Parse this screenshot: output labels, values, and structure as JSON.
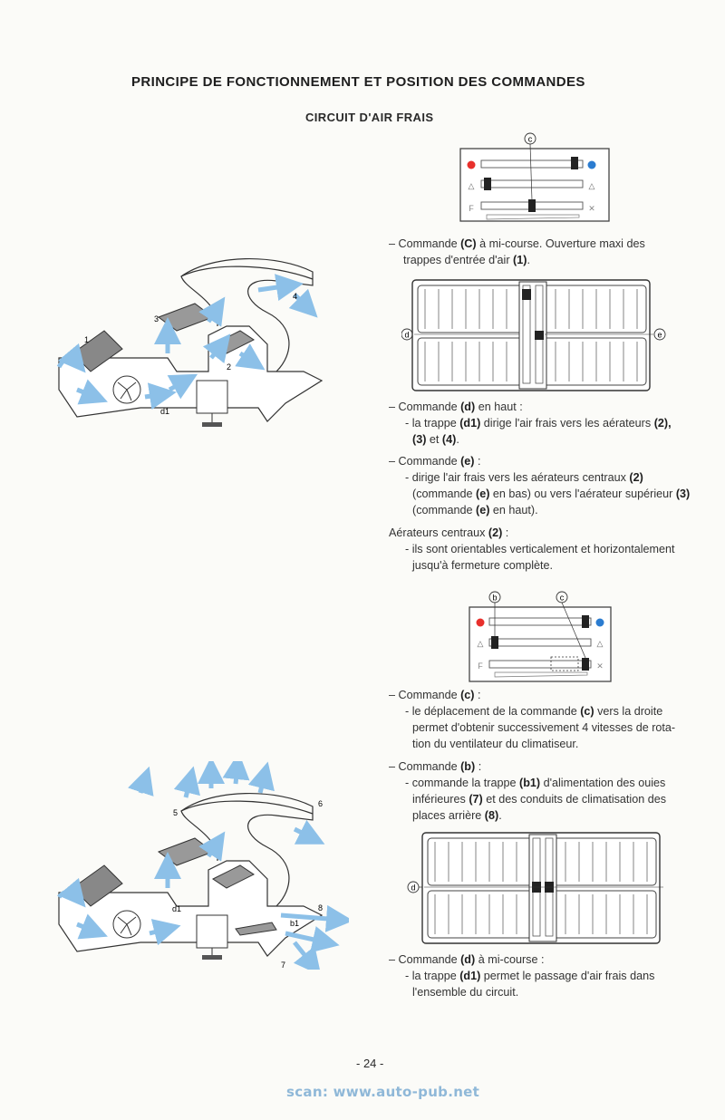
{
  "title": "PRINCIPE DE FONCTIONNEMENT ET POSITION DES COMMANDES",
  "subtitle": "CIRCUIT D'AIR FRAIS",
  "panel1": {
    "label_c": "c",
    "sym_left": [
      "●",
      "△",
      "F"
    ],
    "sym_right": [
      "●",
      "△",
      "✕"
    ]
  },
  "para1": {
    "pre": "– Commande ",
    "bold1": "(C)",
    "rest": " à mi-course. Ouverture maxi des",
    "line2": "trappes d'entrée d'air ",
    "bold2": "(1)",
    "end": "."
  },
  "vent1": {
    "label_d": "d",
    "label_e": "e"
  },
  "para2": {
    "pre": "– Commande ",
    "bold": "(d)",
    "rest": " en haut :"
  },
  "para2b": {
    "a": "- la trappe ",
    "b1": "(d1)",
    "c": " dirige l'air frais vers les aérateurs ",
    "b2": "(2),",
    "d2": "(3)",
    "e": " et ",
    "b3": "(4)",
    "f": "."
  },
  "para3": {
    "pre": "– Commande ",
    "bold": "(e)",
    "rest": " :"
  },
  "para3b": {
    "l1a": "- dirige l'air frais vers les aérateurs centraux ",
    "l1b": "(2)",
    "l2a": "(commande ",
    "l2b": "(e)",
    "l2c": " en bas) ou vers l'aérateur supérieur ",
    "l2d": "(3)",
    "l3a": "(commande ",
    "l3b": "(e)",
    "l3c": " en haut)."
  },
  "para4": {
    "pre": "Aérateurs centraux ",
    "bold": "(2)",
    "rest": " :"
  },
  "para4b": {
    "l1": "- ils sont orientables verticalement et horizontalement",
    "l2": "jusqu'à fermeture complète."
  },
  "panel2": {
    "label_b": "b",
    "label_c": "c"
  },
  "para5": {
    "pre": "– Commande ",
    "bold": "(c)",
    "rest": " :"
  },
  "para5b": {
    "l1a": "- le déplacement de la commande ",
    "l1b": "(c)",
    "l1c": " vers la droite",
    "l2": "permet d'obtenir successivement 4 vitesses de rota-",
    "l3": "tion du ventilateur du climatiseur."
  },
  "para6": {
    "pre": "– Commande ",
    "bold": "(b)",
    "rest": " :"
  },
  "para6b": {
    "l1a": "- commande la trappe ",
    "l1b": "(b1)",
    "l1c": " d'alimentation des ouies",
    "l2a": "inférieures ",
    "l2b": "(7)",
    "l2c": " et des conduits de climatisation des",
    "l3a": "places arrière ",
    "l3b": "(8)",
    "l3c": "."
  },
  "vent2": {
    "label_d": "d"
  },
  "para7": {
    "pre": "– Commande ",
    "bold": "(d)",
    "rest": " à mi-course :"
  },
  "para7b": {
    "l1a": "- la trappe ",
    "l1b": "(d1)",
    "l1c": " permet le passage d'air frais dans",
    "l2": "l'ensemble du circuit."
  },
  "diagram1": {
    "labels": [
      "1",
      "2",
      "3",
      "4",
      "d1"
    ]
  },
  "diagram2": {
    "labels": [
      "5",
      "6",
      "7",
      "8",
      "b1",
      "d1"
    ]
  },
  "page_number": "- 24 -",
  "footer": "scan: www.auto-pub.net",
  "colors": {
    "arrow": "#8cc0e8",
    "red_dot": "#e8302c",
    "blue_dot": "#2b7cd0"
  }
}
